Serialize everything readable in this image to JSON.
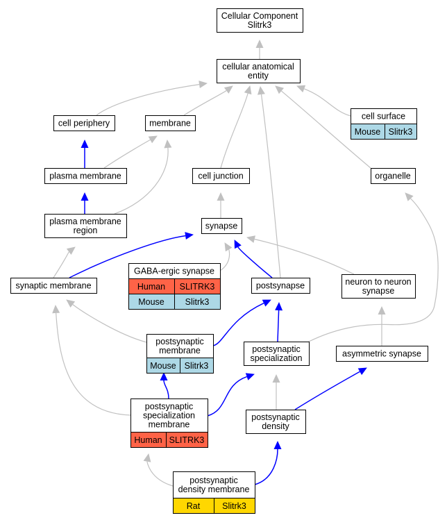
{
  "colors": {
    "node_border": "#000000",
    "node_fill": "#ffffff",
    "is_a_edge": "#c0c0c0",
    "part_of_edge": "#0000ff",
    "human": "#ff6347",
    "mouse": "#add8e6",
    "rat": "#ffd700"
  },
  "nodes": {
    "root": {
      "lines": [
        "Cellular Component",
        "Slitrk3"
      ]
    },
    "cellular_anatomical_entity": {
      "lines": [
        "cellular anatomical",
        "entity"
      ]
    },
    "cell_periphery": {
      "lines": [
        "cell periphery"
      ]
    },
    "membrane": {
      "lines": [
        "membrane"
      ]
    },
    "cell_surface": {
      "lines": [
        "cell surface"
      ],
      "species": "Mouse",
      "gene": "Slitrk3"
    },
    "plasma_membrane": {
      "lines": [
        "plasma membrane"
      ]
    },
    "cell_junction": {
      "lines": [
        "cell junction"
      ]
    },
    "organelle": {
      "lines": [
        "organelle"
      ]
    },
    "plasma_membrane_region": {
      "lines": [
        "plasma membrane",
        "region"
      ]
    },
    "synapse": {
      "lines": [
        "synapse"
      ]
    },
    "synaptic_membrane": {
      "lines": [
        "synaptic membrane"
      ]
    },
    "gabaergic_synapse": {
      "lines": [
        "GABA-ergic synapse"
      ],
      "rows": [
        {
          "species": "Human",
          "gene": "SLITRK3"
        },
        {
          "species": "Mouse",
          "gene": "Slitrk3"
        }
      ]
    },
    "postsynapse": {
      "lines": [
        "postsynapse"
      ]
    },
    "neuron_to_neuron_synapse": {
      "lines": [
        "neuron to neuron",
        "synapse"
      ]
    },
    "postsynaptic_membrane": {
      "lines": [
        "postsynaptic",
        "membrane"
      ],
      "species": "Mouse",
      "gene": "Slitrk3"
    },
    "postsynaptic_specialization": {
      "lines": [
        "postsynaptic",
        "specialization"
      ]
    },
    "asymmetric_synapse": {
      "lines": [
        "asymmetric synapse"
      ]
    },
    "postsynaptic_specialization_membrane": {
      "lines": [
        "postsynaptic",
        "specialization",
        "membrane"
      ],
      "species": "Human",
      "gene": "SLITRK3"
    },
    "postsynaptic_density": {
      "lines": [
        "postsynaptic",
        "density"
      ]
    },
    "postsynaptic_density_membrane": {
      "lines": [
        "postsynaptic",
        "density membrane"
      ],
      "species": "Rat",
      "gene": "Slitrk3"
    }
  },
  "edges": [
    {
      "from": "cellular_anatomical_entity",
      "to": "root",
      "type": "is_a"
    },
    {
      "from": "cell_periphery",
      "to": "cellular_anatomical_entity",
      "type": "is_a"
    },
    {
      "from": "membrane",
      "to": "cellular_anatomical_entity",
      "type": "is_a"
    },
    {
      "from": "cell_surface",
      "to": "cellular_anatomical_entity",
      "type": "is_a"
    },
    {
      "from": "cell_junction",
      "to": "cellular_anatomical_entity",
      "type": "is_a"
    },
    {
      "from": "organelle",
      "to": "cellular_anatomical_entity",
      "type": "is_a"
    },
    {
      "from": "postsynapse",
      "to": "cellular_anatomical_entity",
      "type": "is_a"
    },
    {
      "from": "plasma_membrane",
      "to": "cell_periphery",
      "type": "part_of"
    },
    {
      "from": "plasma_membrane",
      "to": "membrane",
      "type": "is_a"
    },
    {
      "from": "plasma_membrane_region",
      "to": "plasma_membrane",
      "type": "part_of"
    },
    {
      "from": "plasma_membrane_region",
      "to": "membrane",
      "type": "is_a"
    },
    {
      "from": "synapse",
      "to": "cell_junction",
      "type": "is_a"
    },
    {
      "from": "synaptic_membrane",
      "to": "plasma_membrane_region",
      "type": "is_a"
    },
    {
      "from": "synaptic_membrane",
      "to": "synapse",
      "type": "part_of"
    },
    {
      "from": "gabaergic_synapse",
      "to": "synapse",
      "type": "is_a"
    },
    {
      "from": "postsynapse",
      "to": "synapse",
      "type": "part_of"
    },
    {
      "from": "neuron_to_neuron_synapse",
      "to": "synapse",
      "type": "is_a"
    },
    {
      "from": "postsynaptic_membrane",
      "to": "synaptic_membrane",
      "type": "is_a"
    },
    {
      "from": "postsynaptic_membrane",
      "to": "postsynapse",
      "type": "part_of"
    },
    {
      "from": "postsynaptic_specialization",
      "to": "postsynapse",
      "type": "part_of"
    },
    {
      "from": "postsynaptic_specialization",
      "to": "organelle",
      "type": "is_a"
    },
    {
      "from": "asymmetric_synapse",
      "to": "neuron_to_neuron_synapse",
      "type": "is_a"
    },
    {
      "from": "postsynaptic_specialization_membrane",
      "to": "synaptic_membrane",
      "type": "is_a"
    },
    {
      "from": "postsynaptic_specialization_membrane",
      "to": "postsynaptic_membrane",
      "type": "part_of"
    },
    {
      "from": "postsynaptic_specialization_membrane",
      "to": "postsynaptic_specialization",
      "type": "part_of"
    },
    {
      "from": "postsynaptic_density",
      "to": "postsynaptic_specialization",
      "type": "is_a"
    },
    {
      "from": "postsynaptic_density",
      "to": "asymmetric_synapse",
      "type": "part_of"
    },
    {
      "from": "postsynaptic_density_membrane",
      "to": "postsynaptic_specialization_membrane",
      "type": "is_a"
    },
    {
      "from": "postsynaptic_density_membrane",
      "to": "postsynaptic_density",
      "type": "part_of"
    }
  ]
}
